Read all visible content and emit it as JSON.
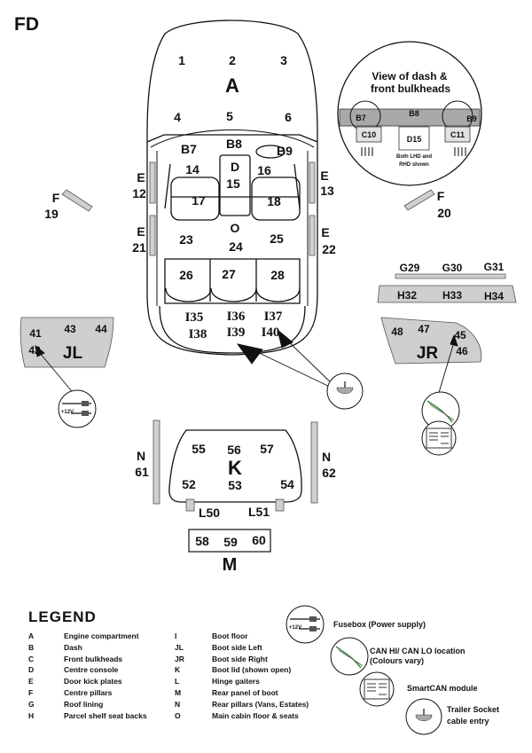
{
  "page_code": "FD",
  "dash_view": {
    "title_line1": "View of dash &",
    "title_line2": "front bulkheads",
    "note_line1": "Both LHD and",
    "note_line2": "RHD shown"
  },
  "zones": {
    "A": "A",
    "D": "D",
    "O": "O",
    "JL": "JL",
    "JR": "JR",
    "K": "K",
    "M": "M",
    "E_left_1": "E",
    "E_left_2": "E",
    "E_right_1": "E",
    "E_right_2": "E",
    "F_left": "F",
    "F_right": "F",
    "N_left": "N",
    "N_right": "N"
  },
  "points": {
    "p1": "1",
    "p2": "2",
    "p3": "3",
    "p4": "4",
    "p5": "5",
    "p6": "6",
    "B7": "B7",
    "B8": "B8",
    "B9": "B9",
    "C10": "C10",
    "C11": "C11",
    "p12": "12",
    "p13": "13",
    "p14": "14",
    "D15": "15",
    "p16": "16",
    "p17": "17",
    "p18": "18",
    "p19": "19",
    "p20": "20",
    "p21": "21",
    "p22": "22",
    "p23": "23",
    "p24": "24",
    "p25": "25",
    "p26": "26",
    "p27": "27",
    "p28": "28",
    "G29": "G29",
    "G30": "G30",
    "G31": "G31",
    "H32": "H32",
    "H33": "H33",
    "H34": "H34",
    "I35": "I35",
    "I36": "I36",
    "I37": "I37",
    "I38": "I38",
    "I39": "I39",
    "I40": "I40",
    "p41": "41",
    "p42": "42",
    "p43": "43",
    "p44": "44",
    "p45": "45",
    "p46": "46",
    "p47": "47",
    "p48": "48",
    "L50": "L50",
    "L51": "L51",
    "p52": "52",
    "p53": "53",
    "p54": "54",
    "p55": "55",
    "p56": "56",
    "p57": "57",
    "p58": "58",
    "p59": "59",
    "p60": "60",
    "p61": "61",
    "p62": "62",
    "D15_box": "D15"
  },
  "fuse_icon_label": "+12V",
  "legend": {
    "title": "LEGEND",
    "col1": [
      {
        "code": "A",
        "desc": "Engine compartment"
      },
      {
        "code": "B",
        "desc": "Dash"
      },
      {
        "code": "C",
        "desc": "Front bulkheads"
      },
      {
        "code": "D",
        "desc": "Centre console"
      },
      {
        "code": "E",
        "desc": "Door kick plates"
      },
      {
        "code": "F",
        "desc": "Centre pillars"
      },
      {
        "code": "G",
        "desc": "Roof lining"
      },
      {
        "code": "H",
        "desc": "Parcel shelf seat backs"
      }
    ],
    "col2": [
      {
        "code": "I",
        "desc": "Boot floor"
      },
      {
        "code": "JL",
        "desc": "Boot side Left"
      },
      {
        "code": "JR",
        "desc": "Boot side Right"
      },
      {
        "code": "K",
        "desc": "Boot lid (shown open)"
      },
      {
        "code": "L",
        "desc": "Hinge gaiters"
      },
      {
        "code": "M",
        "desc": "Rear panel of boot"
      },
      {
        "code": "N",
        "desc": "Rear pillars (Vans, Estates)"
      },
      {
        "code": "O",
        "desc": "Main cabin floor & seats"
      }
    ],
    "icons": {
      "fusebox": "Fusebox (Power supply)",
      "can_line1": "CAN HI/ CAN LO location",
      "can_line2": "(Colours vary)",
      "smartcan": "SmartCAN module",
      "trailer_line1": "Trailer Socket",
      "trailer_line2": "cable entry"
    }
  },
  "colors": {
    "panel_grey": "#cfcfcf",
    "dash_grey": "#a9a9a9",
    "can_wire": "#3a8a3a"
  }
}
